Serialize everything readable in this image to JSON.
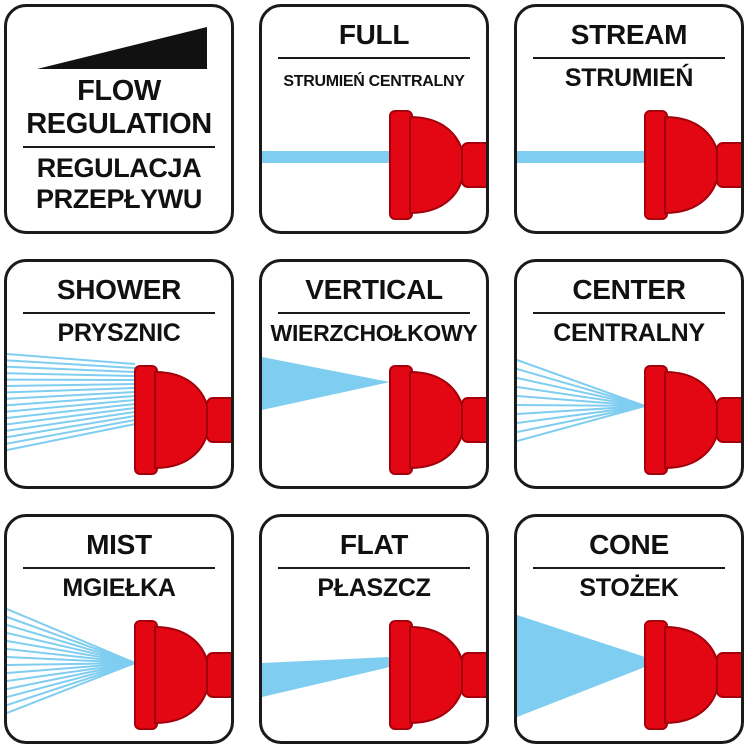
{
  "colors": {
    "nozzle": "#e30613",
    "nozzle_dark": "#a3000c",
    "spray": "#7fcdf0",
    "border": "#1a1a1a"
  },
  "flow_regulation": {
    "title_line1": "FLOW",
    "title_line2": "REGULATION",
    "subtitle_line1": "REGULACJA",
    "subtitle_line2": "PRZEPŁYWU"
  },
  "modes": [
    {
      "key": "full",
      "title": "FULL",
      "subtitle": "STRUMIEŃ CENTRALNY",
      "pattern": "thin-line"
    },
    {
      "key": "stream",
      "title": "STREAM",
      "subtitle": "STRUMIEŃ",
      "pattern": "thick-line"
    },
    {
      "key": "shower",
      "title": "SHOWER",
      "subtitle": "PRYSZNIC",
      "pattern": "parallel-lines"
    },
    {
      "key": "vertical",
      "title": "VERTICAL",
      "subtitle": "WIERZCHOŁKOWY",
      "pattern": "wedge"
    },
    {
      "key": "center",
      "title": "CENTER",
      "subtitle": "CENTRALNY",
      "pattern": "fan-lines"
    },
    {
      "key": "mist",
      "title": "MIST",
      "subtitle": "MGIEŁKA",
      "pattern": "wide-fan-lines"
    },
    {
      "key": "flat",
      "title": "FLAT",
      "subtitle": "PŁASZCZ",
      "pattern": "flat-wedge"
    },
    {
      "key": "cone",
      "title": "CONE",
      "subtitle": "STOŻEK",
      "pattern": "cone"
    }
  ]
}
